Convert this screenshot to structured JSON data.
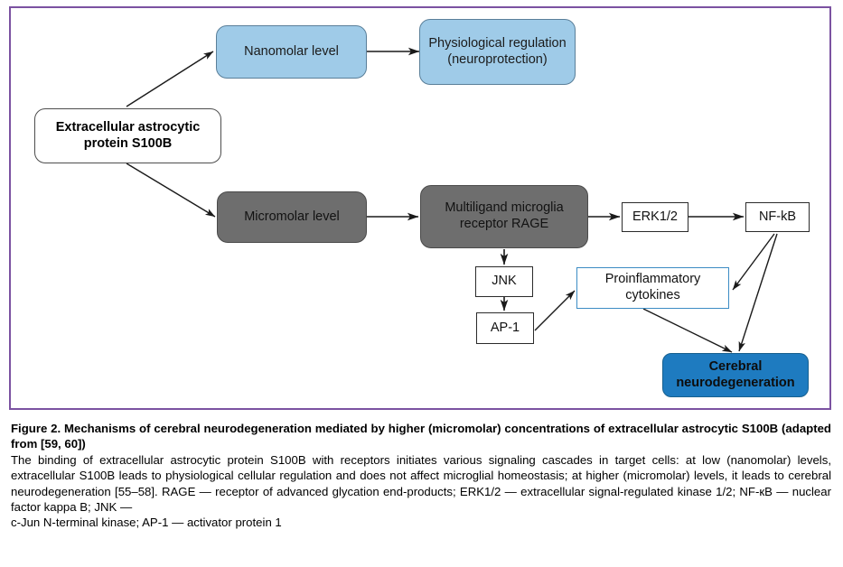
{
  "figure": {
    "frame_border_color": "#7B52A1",
    "nodes": [
      {
        "id": "s100b",
        "text": "Extracellular astrocytic\nprotein S100B",
        "line1": "Extracellular astrocytic",
        "line2": "protein S100B",
        "style": "white-round"
      },
      {
        "id": "nanomolar",
        "line1": "Nanomolar level",
        "line2": "",
        "style": "blue-light"
      },
      {
        "id": "physiological",
        "line1": "Physiological regulation",
        "line2": "(neuroprotection)",
        "style": "blue-light"
      },
      {
        "id": "micromolar",
        "line1": "Micromolar level",
        "line2": "",
        "style": "gray-fill"
      },
      {
        "id": "rage",
        "line1": "Multiligand microglia",
        "line2": "receptor RAGE",
        "style": "gray-fill"
      },
      {
        "id": "erk",
        "line1": "ERK1/2",
        "line2": "",
        "style": "plain-rect"
      },
      {
        "id": "nfkb",
        "line1": "NF-kB",
        "line2": "",
        "style": "plain-rect"
      },
      {
        "id": "jnk",
        "line1": "JNK",
        "line2": "",
        "style": "plain-rect"
      },
      {
        "id": "ap1",
        "line1": "AP-1",
        "line2": "",
        "style": "plain-rect"
      },
      {
        "id": "cytokines",
        "line1": "Proinflammatory",
        "line2": "cytokines",
        "style": "blue-outline"
      },
      {
        "id": "cerebral",
        "line1": "Cerebral",
        "line2": "neurodegeneration",
        "style": "blue-solid"
      }
    ],
    "colors": {
      "light_blue_fill": "#9FCBE8",
      "gray_fill": "#6E6E6E",
      "dark_blue_fill": "#1E7BC0",
      "cytokine_border": "#3C8CC4",
      "arrow": "#1a1a1a"
    }
  },
  "caption": {
    "title": "Figure 2. Mechanisms of cerebral neurodegeneration mediated by higher (micromolar) concentrations of extracellular astrocytic S100B (adapted from [59, 60])",
    "body": "The binding of extracellular astrocytic protein S100B with receptors initiates various signaling cascades in target cells: at low (nanomolar) levels, extracellular S100B leads to physiological cellular regulation and does not affect microglial homeostasis; at higher (micromolar) levels, it leads to cerebral neurodegeneration [55–58]. RAGE — receptor of advanced glycation end-products; ERK1/2 — extracellular signal-regulated kinase 1/2; NF-кB — nuclear factor kappa B; JNK —",
    "body_last_line": "c-Jun N-terminal kinase; AP-1 — activator protein 1"
  }
}
